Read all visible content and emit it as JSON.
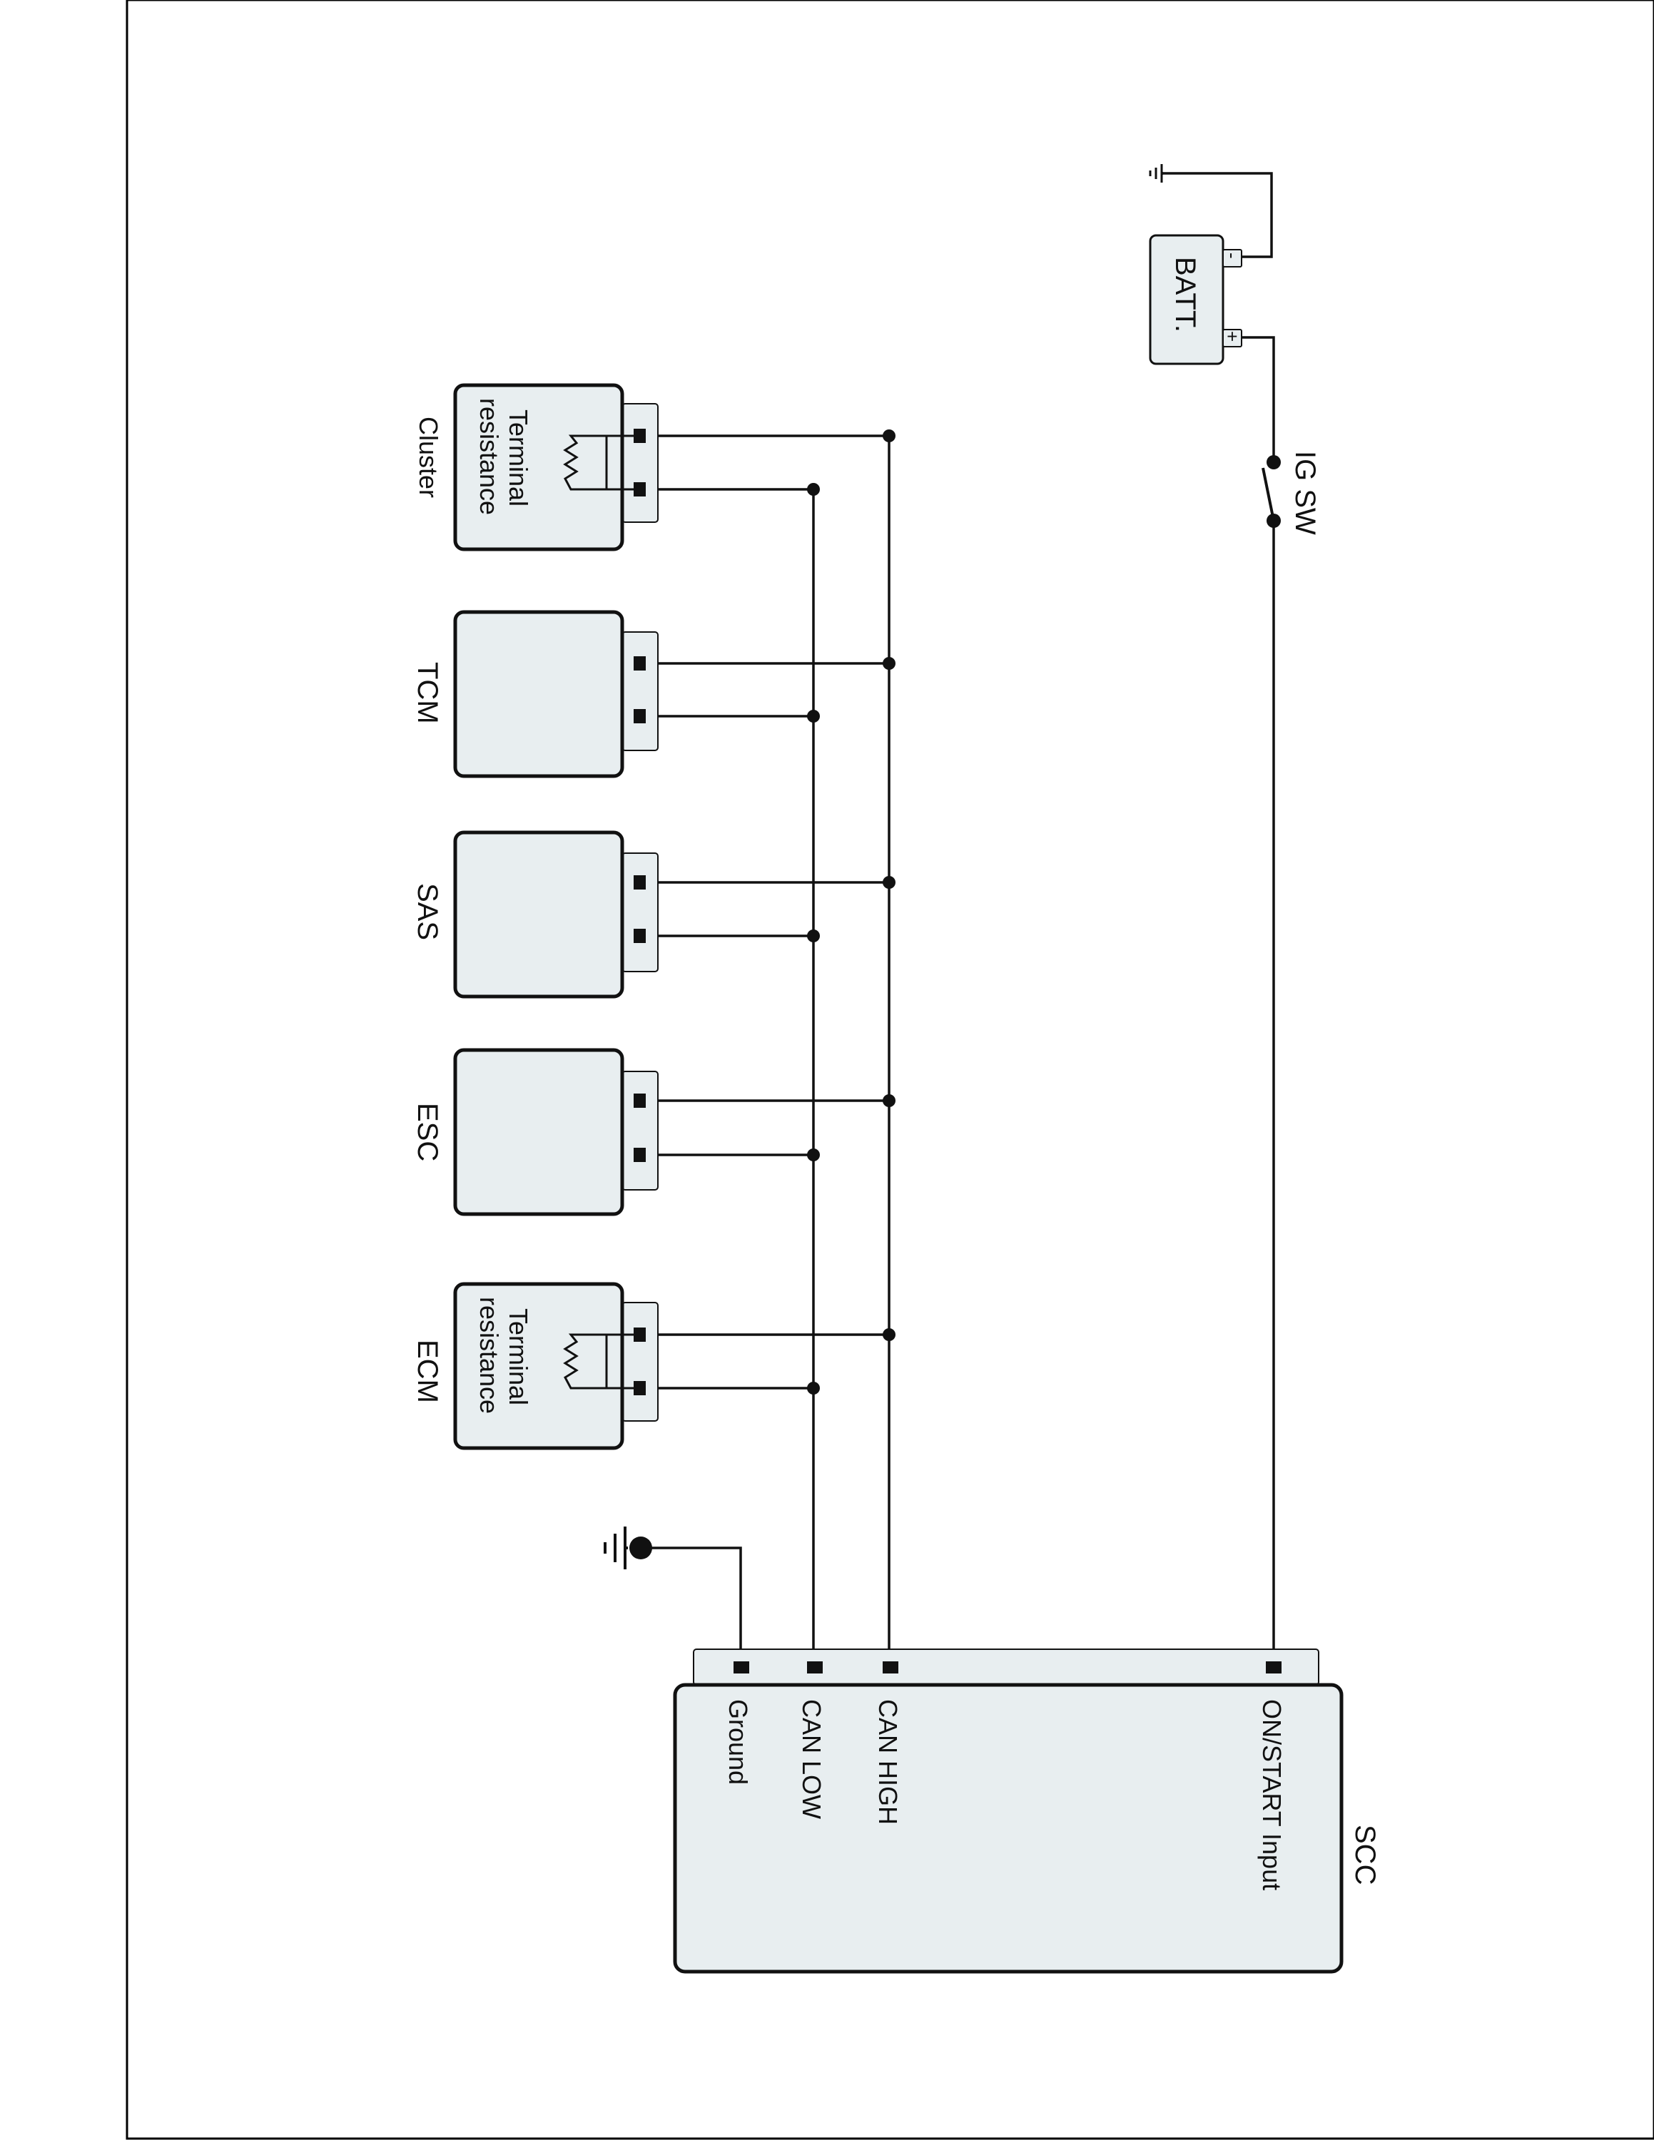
{
  "modules": [
    {
      "key": "cluster",
      "name": "Cluster",
      "note_line1": "Terminal",
      "note_line2": "resistance"
    },
    {
      "key": "tcm",
      "name": "TCM"
    },
    {
      "key": "sas",
      "name": "SAS"
    },
    {
      "key": "esc",
      "name": "ESC"
    },
    {
      "key": "ecm",
      "name": "ECM",
      "note_line1": "Terminal",
      "note_line2": "resistance"
    }
  ],
  "scc": {
    "name": "SCC",
    "pins": [
      "Ground",
      "CAN LOW",
      "CAN HIGH",
      "ON/START Input"
    ]
  },
  "battery": {
    "label": "BATT.",
    "neg_symbol": "-",
    "pos_symbol": "+"
  },
  "ignition": {
    "label": "IG SW"
  },
  "colors": {
    "module_fill": "#e8eef0",
    "stroke": "#111111"
  }
}
